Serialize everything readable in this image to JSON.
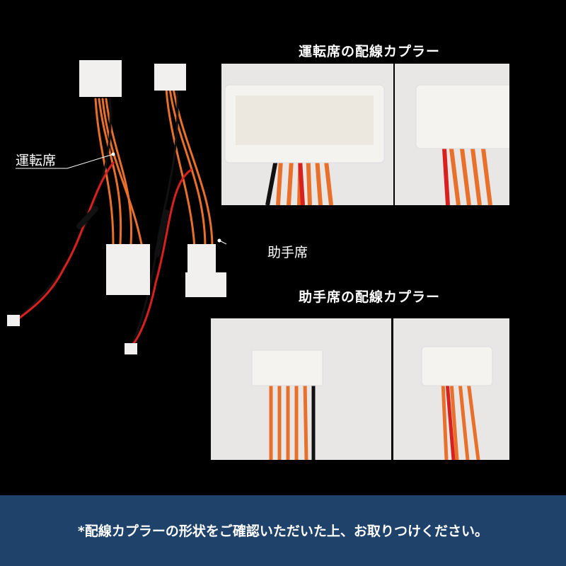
{
  "driver_section": {
    "title": "運転席の配線カプラー"
  },
  "passenger_section": {
    "title": "助手席の配線カプラー"
  },
  "harness_labels": {
    "driver": "運転席",
    "passenger": "助手席"
  },
  "footer": {
    "note": "*配線カプラーの形状をご確認いただいた上、お取りつけください。"
  },
  "colors": {
    "background": "#000000",
    "footer_band": "#1f426b",
    "wire_orange": "#e8702a",
    "wire_red": "#d8201f"
  }
}
